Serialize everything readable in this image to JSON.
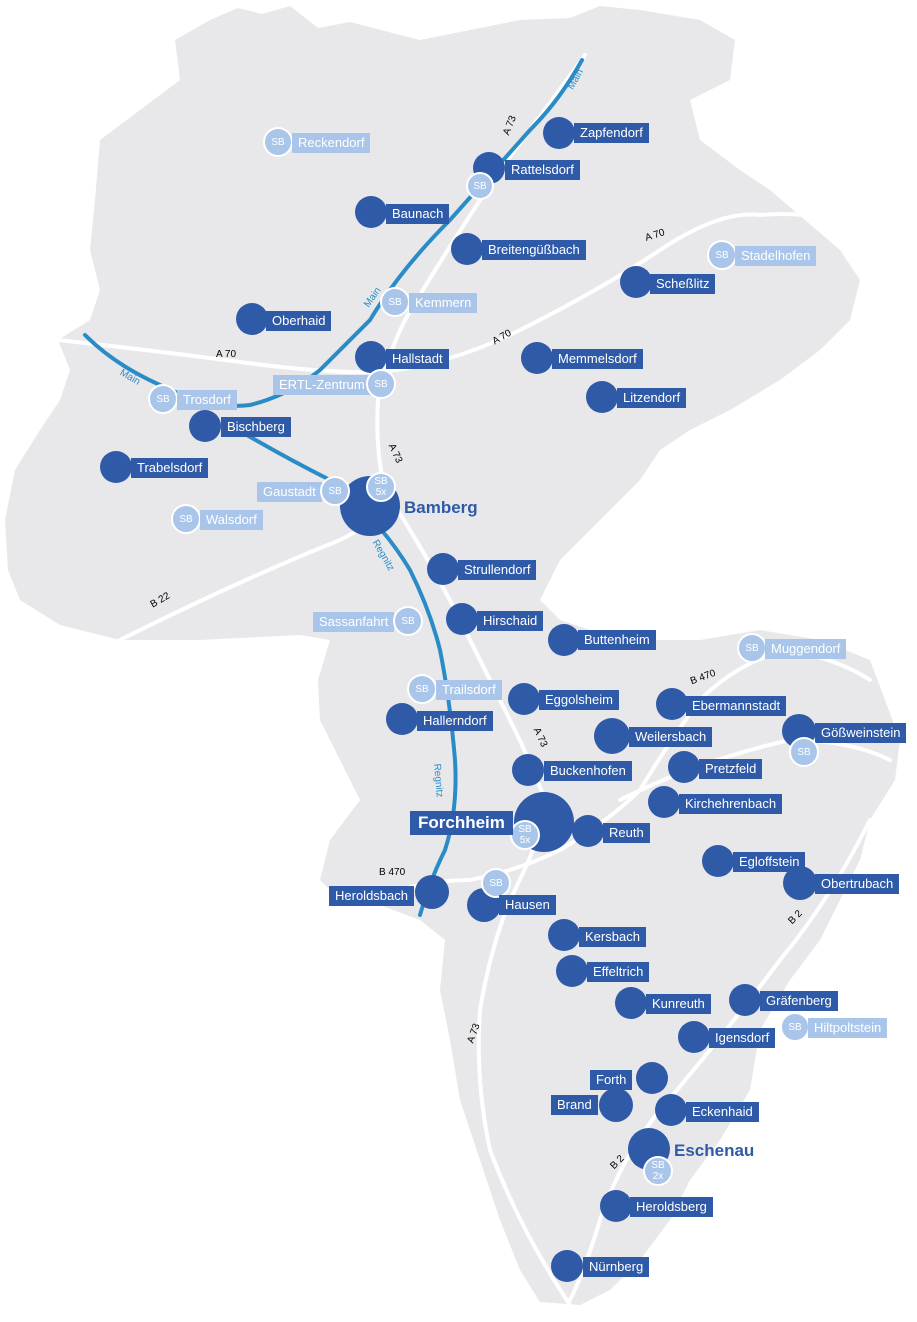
{
  "colors": {
    "region": "#e8e8ea",
    "road": "#ffffff",
    "river": "#2a8cc7",
    "branch": "#2f5aa8",
    "self_service": "#a9c6ea"
  },
  "sb_label": "SB",
  "hubs": {
    "bamberg": {
      "name": "Bamberg",
      "sb_count": "5x"
    },
    "forchheim": {
      "name": "Forchheim",
      "sb_count": "5x"
    },
    "eschenau": {
      "name": "Eschenau",
      "sb_count": "2x"
    }
  },
  "branches": {
    "zapfendorf": "Zapfendorf",
    "rattelsdorf": "Rattelsdorf",
    "baunach": "Baunach",
    "breitenguessbach": "Breitengüßbach",
    "schesslitz": "Scheßlitz",
    "oberhaid": "Oberhaid",
    "hallstadt": "Hallstadt",
    "memmelsdorf": "Memmelsdorf",
    "litzendorf": "Litzendorf",
    "bischberg": "Bischberg",
    "trabelsdorf": "Trabelsdorf",
    "strullendorf": "Strullendorf",
    "hirschaid": "Hirschaid",
    "buttenheim": "Buttenheim",
    "eggolsheim": "Eggolsheim",
    "hallerndorf": "Hallerndorf",
    "ebermannstadt": "Ebermannstadt",
    "weilersbach": "Weilersbach",
    "goessweinstein": "Gößweinstein",
    "buckenhofen": "Buckenhofen",
    "pretzfeld": "Pretzfeld",
    "kirchehrenbach": "Kirchehrenbach",
    "reuth": "Reuth",
    "egloffstein": "Egloffstein",
    "obertrubach": "Obertrubach",
    "heroldsbach": "Heroldsbach",
    "hausen": "Hausen",
    "kersbach": "Kersbach",
    "effeltrich": "Effeltrich",
    "kunreuth": "Kunreuth",
    "graefenberg": "Gräfenberg",
    "igensdorf": "Igensdorf",
    "forth": "Forth",
    "brand": "Brand",
    "eckenhaid": "Eckenhaid",
    "heroldsberg": "Heroldsberg",
    "nuernberg": "Nürnberg"
  },
  "self_service": {
    "reckendorf": "Reckendorf",
    "stadelhofen": "Stadelhofen",
    "kemmern": "Kemmern",
    "ertl": "ERTL-Zentrum",
    "trosdorf": "Trosdorf",
    "gaustadt": "Gaustadt",
    "walsdorf": "Walsdorf",
    "sassanfahrt": "Sassanfahrt",
    "muggendorf": "Muggendorf",
    "trailsdorf": "Trailsdorf",
    "hiltpoltstein": "Hiltpoltstein"
  },
  "roads": {
    "a73_north": "A 73",
    "a70_east_top": "A 70",
    "a70_east_mid": "A 70",
    "a70_west": "A 70",
    "a73_mid": "A 73",
    "b22": "B 22",
    "b470_east": "B 470",
    "a73_south1": "A 73",
    "b470_west": "B 470",
    "b2_east": "B 2",
    "a73_south2": "A 73",
    "b2_south": "B 2"
  },
  "rivers": {
    "main_ne": "Main",
    "main_mid": "Main",
    "main_west": "Main",
    "regnitz_north": "Regnitz",
    "regnitz_south": "Regnitz"
  }
}
